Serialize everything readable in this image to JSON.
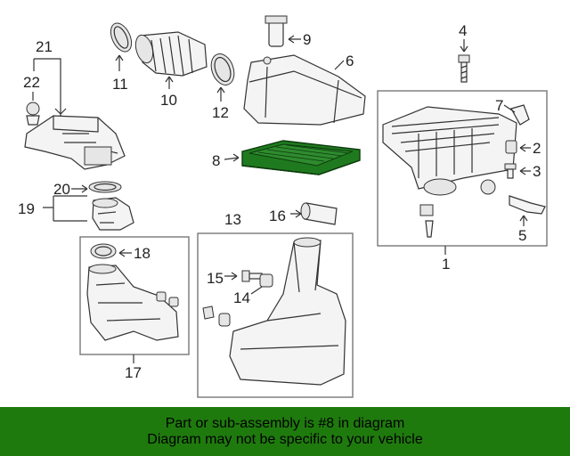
{
  "labels": {
    "p1": "1",
    "p2": "2",
    "p3": "3",
    "p4": "4",
    "p5": "5",
    "p6": "6",
    "p7": "7",
    "p8": "8",
    "p9": "9",
    "p11": "11",
    "p10": "10",
    "p12": "12",
    "p13": "13",
    "p14": "14",
    "p15": "15",
    "p16": "16",
    "p17": "17",
    "p18": "18",
    "p19": "19",
    "p20": "20",
    "p21": "21",
    "p22": "22"
  },
  "banner": {
    "line1": "Part or sub-assembly is #8 in diagram",
    "line2": "Diagram may not be specific to your vehicle"
  },
  "colors": {
    "highlight": "#1f7a1f",
    "banner_bg": "#1f7a0e"
  }
}
